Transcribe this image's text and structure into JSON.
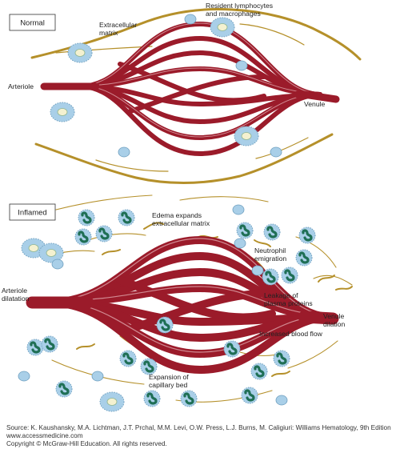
{
  "normal": {
    "panel_label": "Normal",
    "labels": {
      "extracellular_matrix": [
        "Extracellular",
        "matrix"
      ],
      "resident_cells": [
        "Resident lymphocytes",
        "and macrophages"
      ],
      "arteriole": "Arteriole",
      "venule": "Venule"
    }
  },
  "inflamed": {
    "panel_label": "Inflamed",
    "labels": {
      "edema": [
        "Edema expands",
        "extracellular matrix"
      ],
      "neutrophil_emigration": [
        "Neutrophil",
        "emigration"
      ],
      "arteriole_dilatation": [
        "Arteriole",
        "dilatation"
      ],
      "leakage": [
        "Leakage of",
        "plasma proteins"
      ],
      "venule_dilation": [
        "Venule",
        "dilation"
      ],
      "increased_flow": "Increased blood flow",
      "expansion": [
        "Expansion of",
        "capillary bed"
      ]
    }
  },
  "footer": {
    "source": "Source: K. Kaushansky, M.A. Lichtman, J.T. Prchal, M.M. Levi, O.W. Press, L.J. Burns, M. Caligiuri: Williams Hematology, 9th Edition",
    "website": "www.accessmedicine.com",
    "copyright": "Copyright © McGraw-Hill Education.  All rights reserved."
  },
  "colors": {
    "vessel": "#9b1b2a",
    "vessel_highlight": "#e8b8bd",
    "matrix_fiber": "#b5902a",
    "cell": "#a9cfe8",
    "neutrophil_nucleus": "#1f6f55"
  }
}
